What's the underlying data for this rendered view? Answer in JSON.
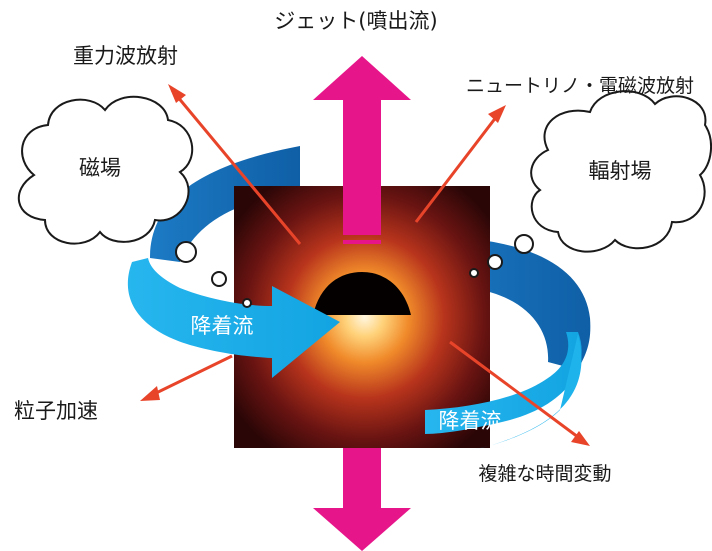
{
  "title": "ジェット(噴出流)",
  "labels": {
    "gw": "重力波放射",
    "neutrino": "ニュートリノ・電磁波放射",
    "particle": "粒子加速",
    "variability": "複雑な時間変動"
  },
  "clouds": {
    "left": "磁場",
    "right": "輻射場"
  },
  "flows": {
    "front": "降着流",
    "back": "降着流"
  },
  "colors": {
    "jet": "#e6168a",
    "flow_dark": "#1b6fb8",
    "flow_light": "#1fb3ec",
    "red_arrow": "#e8442a",
    "disk_glow": "#ffb347",
    "disk_bg": "#3a0a0a"
  }
}
